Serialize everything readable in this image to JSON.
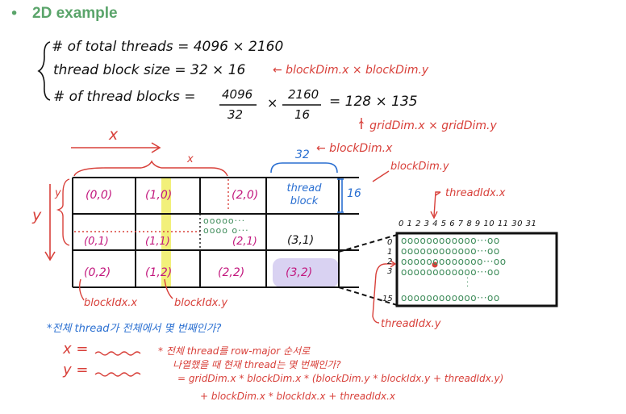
{
  "heading": {
    "bullet": "•",
    "title": "2D example"
  },
  "equations": {
    "total_threads": "# of total threads = 4096 × 2160",
    "block_size": "thread block size = 32 × 16",
    "block_size_note": "← blockDim.x × blockDim.y",
    "num_blocks_label": "# of thread blocks =",
    "frac1_num": "4096",
    "frac1_den": "32",
    "times": "×",
    "frac2_num": "2160",
    "frac2_den": "16",
    "result": "= 128 × 135",
    "grid_note": "↑ gridDim.x × gridDim.y"
  },
  "grid_diagram": {
    "axis_x": "x",
    "axis_y": "y",
    "brace_x": "x",
    "brace_y": "y",
    "block_dim_x": "32",
    "block_dim_x_note": "← blockDim.x",
    "block_dim_y_note": "blockDim.y",
    "block_dim_y": "16",
    "cells": {
      "r0c0": "(0,0)",
      "r0c1": "(1,0)",
      "r0c3": "(2,0)",
      "thread_block": "thread block",
      "r1c0": "(0,1)",
      "r1c1": "(1,1)",
      "r1c2": "(2,1)",
      "r1c3": "(3,1)",
      "r2c0": "(0,2)",
      "r2c1": "(1,2)",
      "r2c2": "(2,2)",
      "r2c3": "(3,2)"
    },
    "dots_rows": [
      "ooooo···",
      "oooo o···"
    ],
    "block_idx_x": "blockIdx.x",
    "block_idx_y": "blockIdx.y"
  },
  "thread_block_zoom": {
    "thread_idx_x": "threadIdx.x",
    "col_numbers": "0 1 2 3 4 5 6 7 8 9 10 11   30 31",
    "row_numbers": [
      "0",
      "1",
      "2",
      "3",
      "15"
    ],
    "dot_rows": [
      "oooooooooooo···oo",
      "oooooooooooo···oo",
      "ooooooooooooo···oo",
      "oooooooooooo···oo",
      "oooooooooooo···oo"
    ],
    "thread_idx_y": "threadIdx.y"
  },
  "question": {
    "text": "*전체 thread가 전체에서 몇 번째인가?",
    "x_label": "x =",
    "y_label": "y =",
    "note1": "* 전체 thread를 row-major 순서로",
    "note2": "나열했을 때 현재 thread는 몇 번째인가?",
    "formula1": "= gridDim.x * blockDim.x * (blockDim.y * blockIdx.y + threadIdx.y)",
    "formula2": "+ blockDim.x * blockIdx.x + threadIdx.x"
  },
  "colors": {
    "red": "#d8403a",
    "blue": "#2a6fd1",
    "magenta": "#c2187e",
    "green": "#3e8c5a",
    "highlight_yellow": "#f2f07a",
    "highlight_purple": "#d9d2f2",
    "title_green": "#5aa46a"
  }
}
